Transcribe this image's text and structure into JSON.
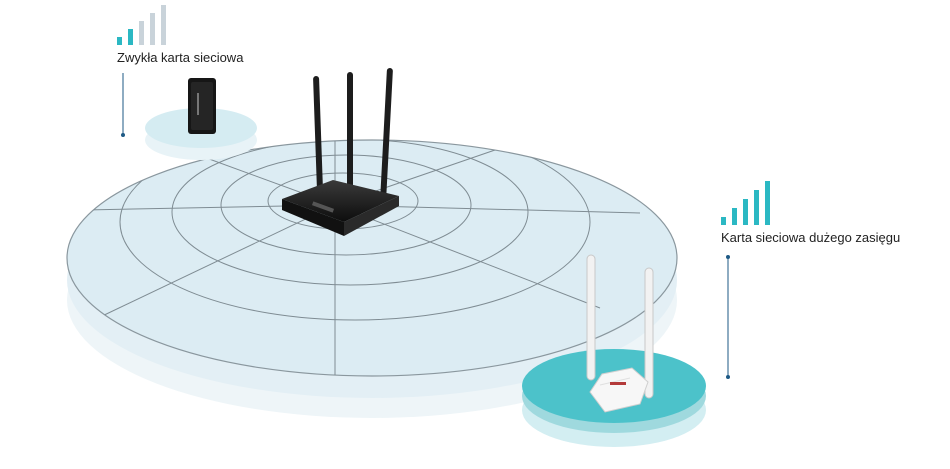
{
  "labels": {
    "standard_adapter": "Zwykła karta sieciowa",
    "long_range_adapter": "Karta sieciowa dużego zasięgu"
  },
  "signal": {
    "standard_adapter": {
      "active_bars": 2,
      "total_bars": 5
    },
    "long_range_adapter": {
      "active_bars": 5,
      "total_bars": 5
    }
  },
  "colors": {
    "accent": "#2bb8c3",
    "inactive_bar": "#c9d3da",
    "disc_fill": "#dcecf3",
    "disc_stroke": "#7f8c93",
    "router": "#1a1a1a",
    "guide_line": "#1e5a85"
  },
  "icons": {
    "router": "wifi-router-three-antenna-icon",
    "usb_adapter": "usb-wifi-adapter-icon",
    "long_range_adapter": "dual-antenna-wifi-adapter-icon",
    "signal": "signal-strength-icon"
  }
}
